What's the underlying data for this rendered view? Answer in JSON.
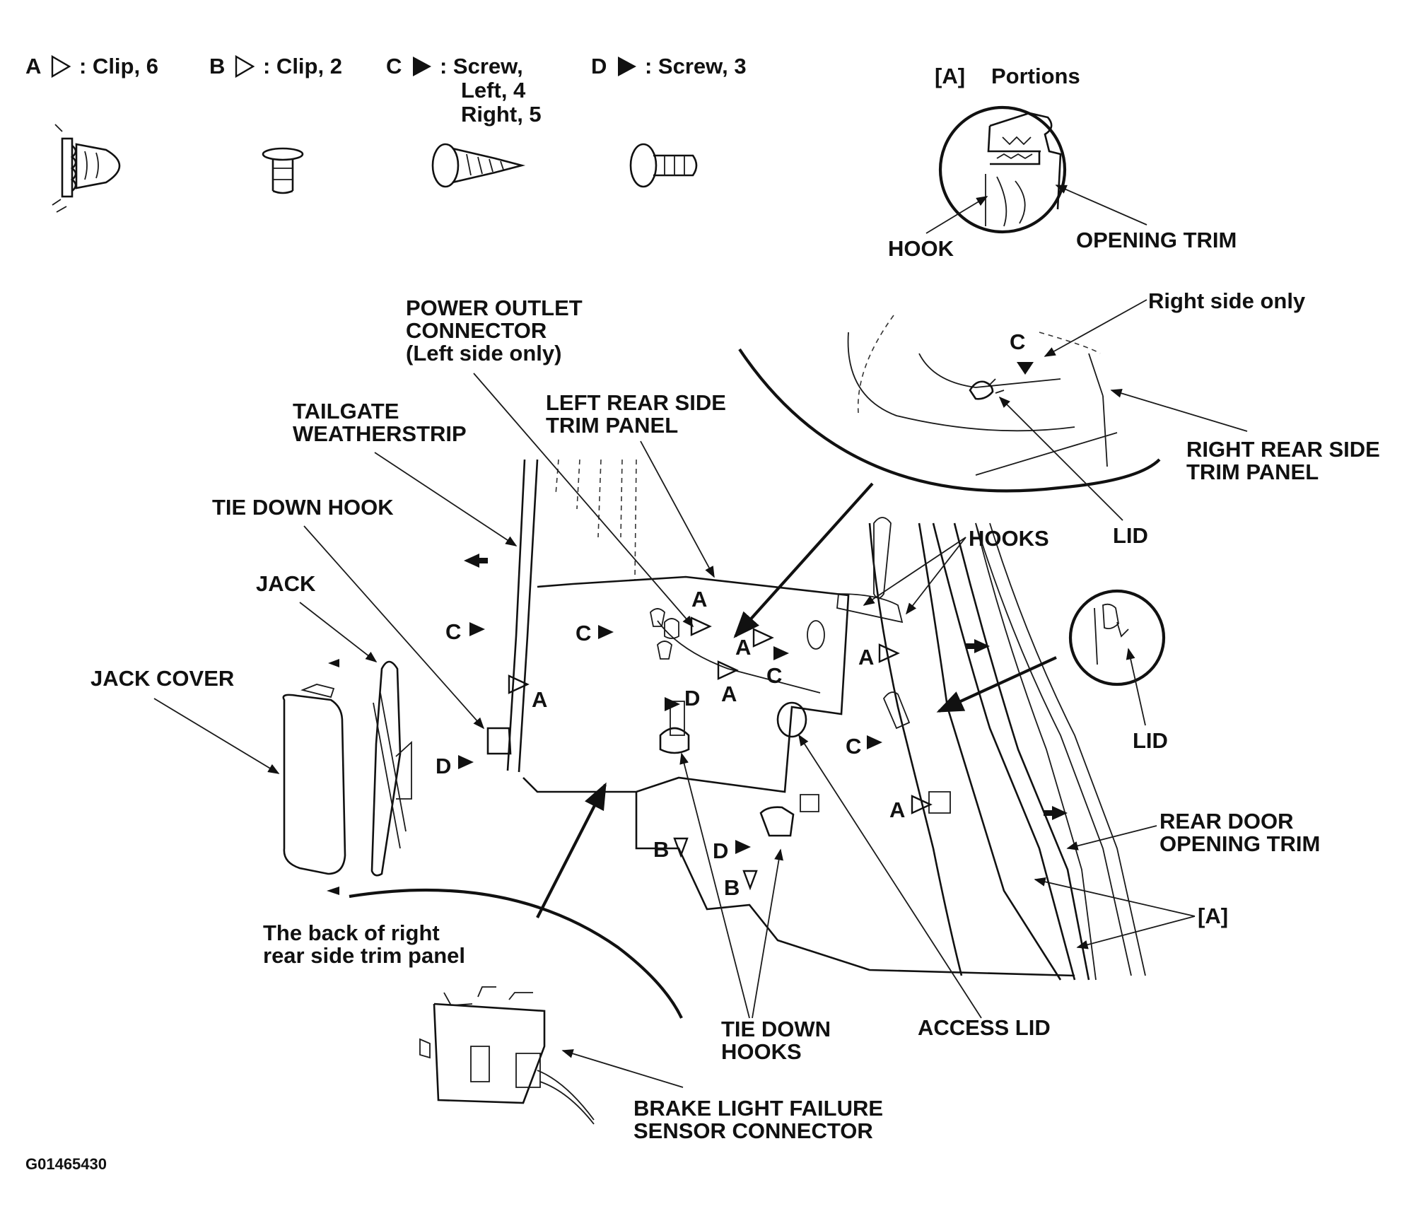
{
  "legend": {
    "a": {
      "letter": "A",
      "text": ": Clip, 6"
    },
    "b": {
      "letter": "B",
      "text": ": Clip, 2"
    },
    "c": {
      "letter": "C",
      "text": ": Screw,",
      "line2": "Left, 4",
      "line3": "Right, 5"
    },
    "d": {
      "letter": "D",
      "text": ": Screw, 3"
    }
  },
  "detail_a": {
    "tag": "[A]",
    "title": "Portions",
    "hook": "HOOK",
    "opening_trim": "OPENING TRIM"
  },
  "labels": {
    "power_outlet": [
      "POWER OUTLET",
      "CONNECTOR",
      "(Left side only)"
    ],
    "left_rear_panel": [
      "LEFT REAR SIDE",
      "TRIM PANEL"
    ],
    "tailgate_weatherstrip": [
      "TAILGATE",
      "WEATHERSTRIP"
    ],
    "tie_down_hook": "TIE DOWN HOOK",
    "jack": "JACK",
    "jack_cover": "JACK COVER",
    "right_side_only": "Right side only",
    "right_rear_panel": [
      "RIGHT REAR SIDE",
      "TRIM PANEL"
    ],
    "lid_top": "LID",
    "hooks": "HOOKS",
    "lid_mid": "LID",
    "rear_door_trim": [
      "REAR DOOR",
      "OPENING TRIM"
    ],
    "bracket_a": "[A]",
    "back_of_right": [
      "The back of right",
      "rear side trim panel"
    ],
    "tie_down_hooks": [
      "TIE DOWN",
      "HOOKS"
    ],
    "access_lid": "ACCESS LID",
    "brake_light": [
      "BRAKE LIGHT FAILURE",
      "SENSOR CONNECTOR"
    ]
  },
  "callout_letters": {
    "c1": "C",
    "a1": "A",
    "c2": "C",
    "a2": "A",
    "a3": "A",
    "a4": "A",
    "c3": "C",
    "d1": "D",
    "a5": "A",
    "c4": "C",
    "a6": "A",
    "d2": "D",
    "b1": "B",
    "d3": "D",
    "b2": "B",
    "c5": "C"
  },
  "figure_id": "G01465430",
  "icons": [
    "clip-a-icon",
    "clip-b-icon",
    "screw-c-icon",
    "screw-d-icon",
    "open-triangle-icon",
    "filled-triangle-icon",
    "arrow-icon"
  ]
}
